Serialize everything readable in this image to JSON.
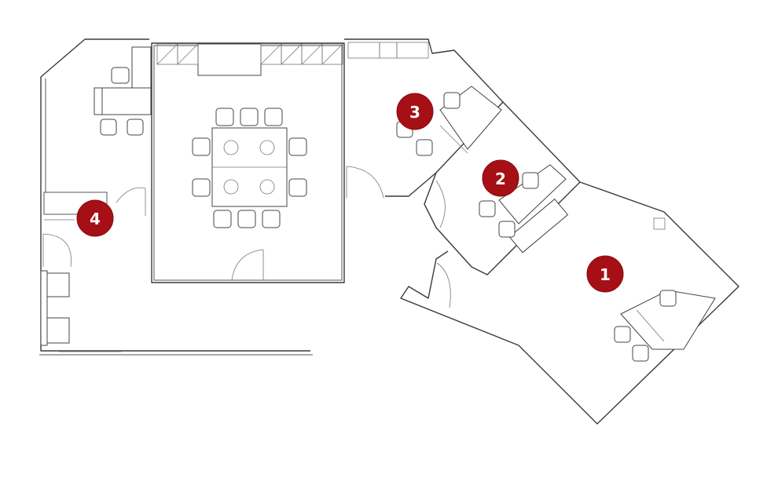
{
  "markers": [
    {
      "id": "office-1",
      "label": "1"
    },
    {
      "id": "office-2",
      "label": "2"
    },
    {
      "id": "office-3",
      "label": "3"
    },
    {
      "id": "office-4",
      "label": "4"
    }
  ],
  "colors": {
    "marker": "#a50f15",
    "marker_text": "#ffffff",
    "linework": "#3a3a3a",
    "background": "#ffffff"
  }
}
